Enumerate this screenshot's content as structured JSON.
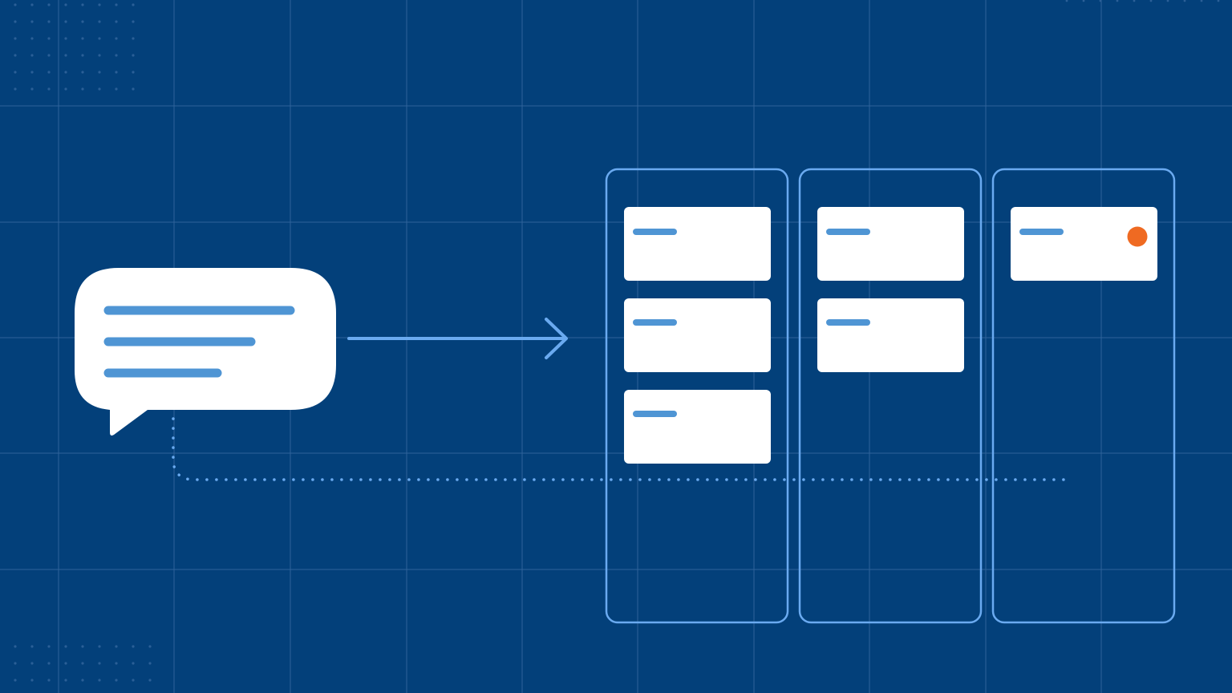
{
  "scene": {
    "description_labels": [],
    "colors": {
      "background": "#03407a",
      "grid_line": "#2f629a",
      "dot_pattern": "#2b5f97",
      "column_outline": "#6aaaf0",
      "card_fill": "#ffffff",
      "text_line": "#4f95d4",
      "arrow": "#6aaaf0",
      "dotted_connector": "#6aaaf0",
      "status_dot": "#ef6a22"
    }
  },
  "message": {
    "icon": "chat-bubble-icon",
    "text_line_count": 3
  },
  "arrow": {
    "icon": "arrow-right-icon"
  },
  "board": {
    "columns": [
      {
        "card_count": 3,
        "flagged_cards": []
      },
      {
        "card_count": 2,
        "flagged_cards": []
      },
      {
        "card_count": 1,
        "flagged_cards": [
          0
        ]
      }
    ]
  }
}
